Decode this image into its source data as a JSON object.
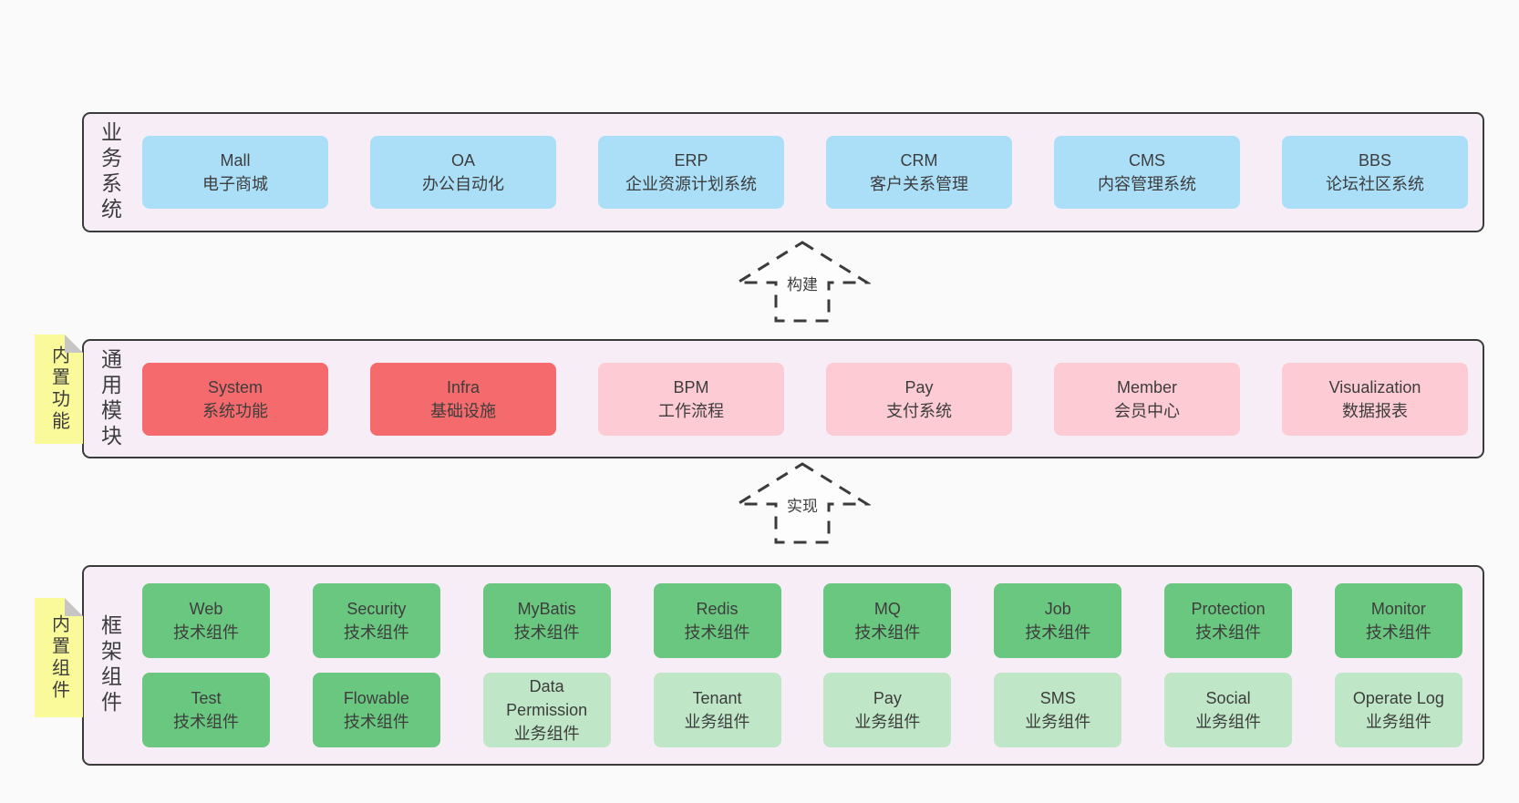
{
  "colors": {
    "page_bg": "#FAFAFA",
    "panel_bg": "#F7EDF7",
    "panel_border": "#3B3B3B",
    "box_blue": "#ABDFF8",
    "box_red": "#F56A6C",
    "box_pink": "#FCCBD3",
    "box_green": "#6AC780",
    "box_light_green": "#BFE6C7",
    "sticky_yellow": "#FAFA9B",
    "text": "#3D3D3D"
  },
  "arrows": {
    "build": "构建",
    "implement": "实现"
  },
  "layers": {
    "business": {
      "label": "业务系统",
      "boxes": [
        {
          "title": "Mall",
          "subtitle": "电子商城",
          "variant": "blue"
        },
        {
          "title": "OA",
          "subtitle": "办公自动化",
          "variant": "blue"
        },
        {
          "title": "ERP",
          "subtitle": "企业资源计划系统",
          "variant": "blue"
        },
        {
          "title": "CRM",
          "subtitle": "客户关系管理",
          "variant": "blue"
        },
        {
          "title": "CMS",
          "subtitle": "内容管理系统",
          "variant": "blue"
        },
        {
          "title": "BBS",
          "subtitle": "论坛社区系统",
          "variant": "blue"
        }
      ]
    },
    "modules": {
      "label": "通用模块",
      "sticky": "内置功能",
      "boxes": [
        {
          "title": "System",
          "subtitle": "系统功能",
          "variant": "red"
        },
        {
          "title": "Infra",
          "subtitle": "基础设施",
          "variant": "red"
        },
        {
          "title": "BPM",
          "subtitle": "工作流程",
          "variant": "pink"
        },
        {
          "title": "Pay",
          "subtitle": "支付系统",
          "variant": "pink"
        },
        {
          "title": "Member",
          "subtitle": "会员中心",
          "variant": "pink"
        },
        {
          "title": "Visualization",
          "subtitle": "数据报表",
          "variant": "pink"
        }
      ]
    },
    "framework": {
      "label": "框架组件",
      "sticky": "内置组件",
      "row1": [
        {
          "title": "Web",
          "subtitle": "技术组件",
          "variant": "green"
        },
        {
          "title": "Security",
          "subtitle": "技术组件",
          "variant": "green"
        },
        {
          "title": "MyBatis",
          "subtitle": "技术组件",
          "variant": "green"
        },
        {
          "title": "Redis",
          "subtitle": "技术组件",
          "variant": "green"
        },
        {
          "title": "MQ",
          "subtitle": "技术组件",
          "variant": "green"
        },
        {
          "title": "Job",
          "subtitle": "技术组件",
          "variant": "green"
        },
        {
          "title": "Protection",
          "subtitle": "技术组件",
          "variant": "green"
        },
        {
          "title": "Monitor",
          "subtitle": "技术组件",
          "variant": "green"
        }
      ],
      "row2": [
        {
          "title": "Test",
          "subtitle": "技术组件",
          "variant": "green"
        },
        {
          "title": "Flowable",
          "subtitle": "技术组件",
          "variant": "green"
        },
        {
          "title": "Data Permission",
          "subtitle": "业务组件",
          "variant": "lightgreen"
        },
        {
          "title": "Tenant",
          "subtitle": "业务组件",
          "variant": "lightgreen"
        },
        {
          "title": "Pay",
          "subtitle": "业务组件",
          "variant": "lightgreen"
        },
        {
          "title": "SMS",
          "subtitle": "业务组件",
          "variant": "lightgreen"
        },
        {
          "title": "Social",
          "subtitle": "业务组件",
          "variant": "lightgreen"
        },
        {
          "title": "Operate Log",
          "subtitle": "业务组件",
          "variant": "lightgreen"
        }
      ]
    }
  }
}
